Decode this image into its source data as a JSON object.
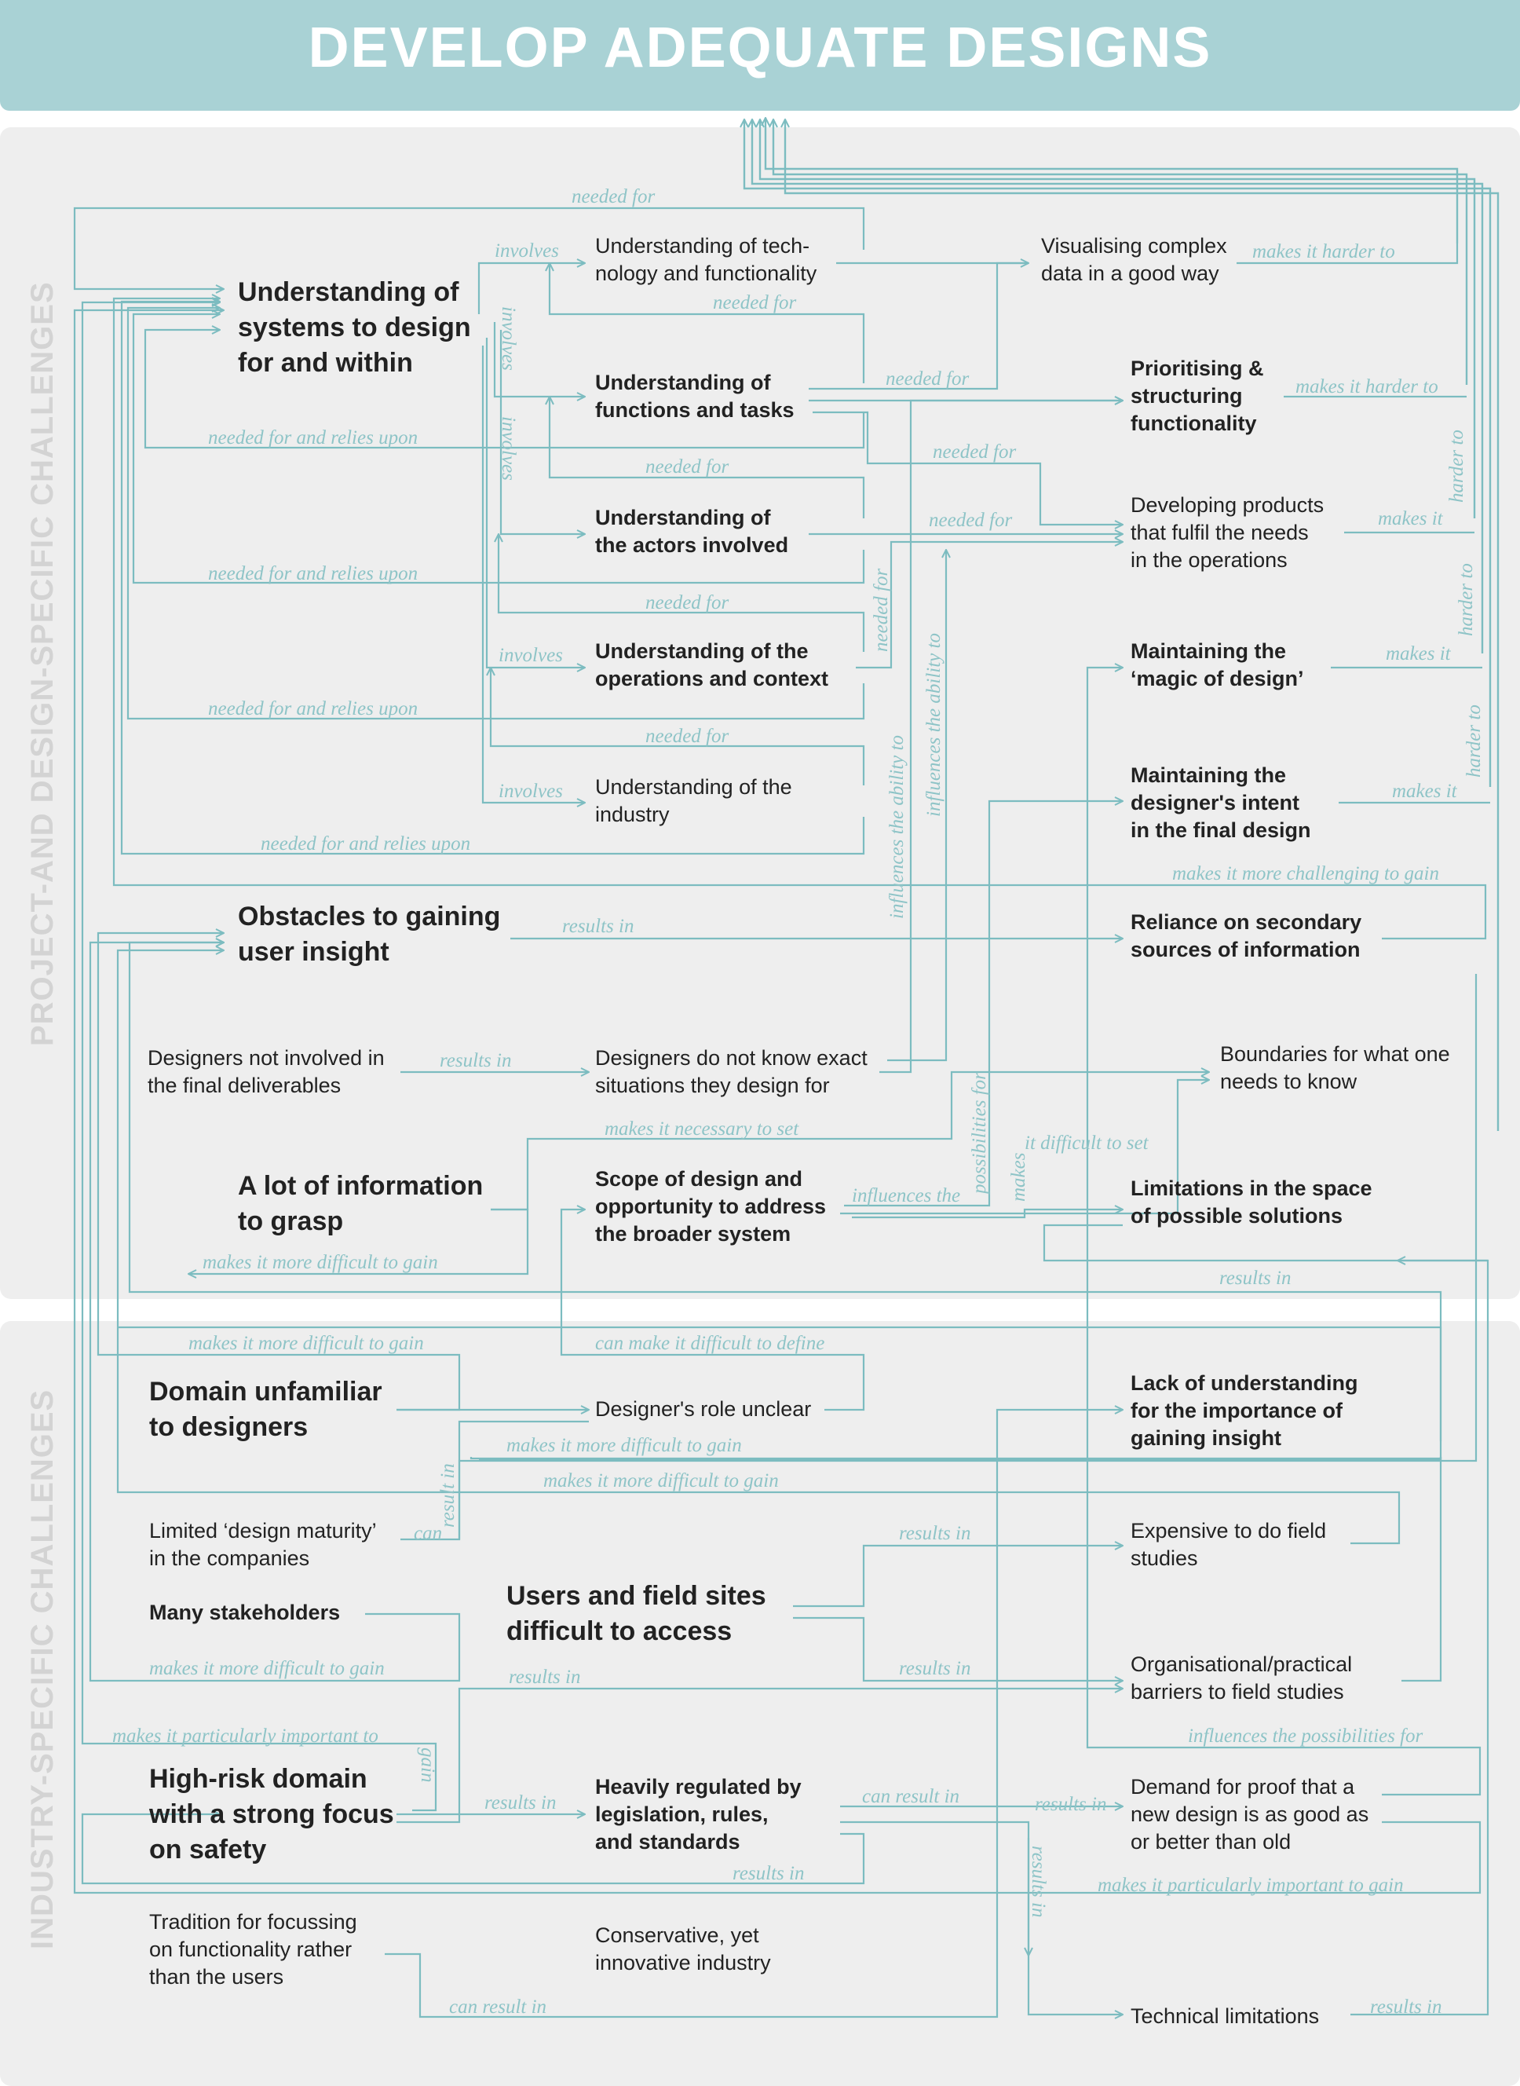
{
  "title": "DEVELOP ADEQUATE DESIGNS",
  "sections": {
    "project": "PROJECT-AND DESIGN-SPECIFIC CHALLENGES",
    "industry": "INDUSTRY-SPECIFIC CHALLENGES"
  },
  "nodes": {
    "systems": "Understanding of\nsystems to design\nfor and within",
    "tech": "Understanding of tech-\nnology and functionality",
    "functions": "Understanding of\nfunctions and tasks",
    "actors": "Understanding of\nthe actors involved",
    "operations": "Understanding of the\noperations and context",
    "industry": "Understanding of the\nindustry",
    "visualising": "Visualising complex\ndata in a good way",
    "prioritising": "Prioritising &\nstructuring\nfunctionality",
    "developing": "Developing products\nthat fulfil the needs\nin the operations",
    "magic": "Maintaining the\n‘magic of design’",
    "intent": "Maintaining the\ndesigner's intent\nin the final design",
    "obstacles": "Obstacles to gaining\nuser insight",
    "reliance": "Reliance on secondary\nsources of information",
    "not_involved": "Designers not involved in\nthe final deliverables",
    "not_know": "Designers do not know exact\nsituations they design for",
    "boundaries": "Boundaries for what one\nneeds to know",
    "info": "A lot of information\nto grasp",
    "scope": "Scope of design and\nopportunity to address\nthe broader system",
    "limitations": "Limitations in the space\nof possible solutions",
    "domain": "Domain unfamiliar\nto designers",
    "role": "Designer's role unclear",
    "lack": "Lack of understanding\nfor the importance of\ngaining insight",
    "maturity": "Limited ‘design maturity’\nin the companies",
    "expensive": "Expensive to do field\nstudies",
    "stakeholders": "Many stakeholders",
    "users_sites": "Users and field sites\ndifficult to access",
    "barriers": "Organisational/practical\nbarriers to field studies",
    "highrisk": "High-risk domain\nwith a strong focus\non safety",
    "regulated": "Heavily regulated by\nlegislation, rules,\nand standards",
    "proof": "Demand for proof that a\nnew design is as good as\nor better than old",
    "tradition": "Tradition for focussing\non functionality rather\nthan the users",
    "conservative": "Conservative, yet\ninnovative industry",
    "technical": "Technical limitations"
  },
  "labels": {
    "needed_for": "needed for",
    "involves": "involves",
    "needed_relies": "needed for and relies upon",
    "makes_harder_to": "makes it harder to",
    "makes_it": "makes it",
    "harder_to": "harder to",
    "more_challenging": "makes it more challenging to gain",
    "results_in": "results in",
    "influences_ability": "influences the ability to",
    "necessary_to_set": "makes it necessary to set",
    "difficult_to_set": "it difficult to set",
    "makes": "makes",
    "possibilities_for": "possibilities for",
    "influences_the": "influences the",
    "more_difficult": "makes it more difficult to gain",
    "difficult_define": "can make it difficult to define",
    "result_in": "result in",
    "can": "can",
    "particularly_important": "makes it particularly important to",
    "gain": "gain",
    "can_result_in": "can result in",
    "influences_possibilities": "influences the possibilities for",
    "particularly_important_gain": "makes it particularly important to gain"
  }
}
